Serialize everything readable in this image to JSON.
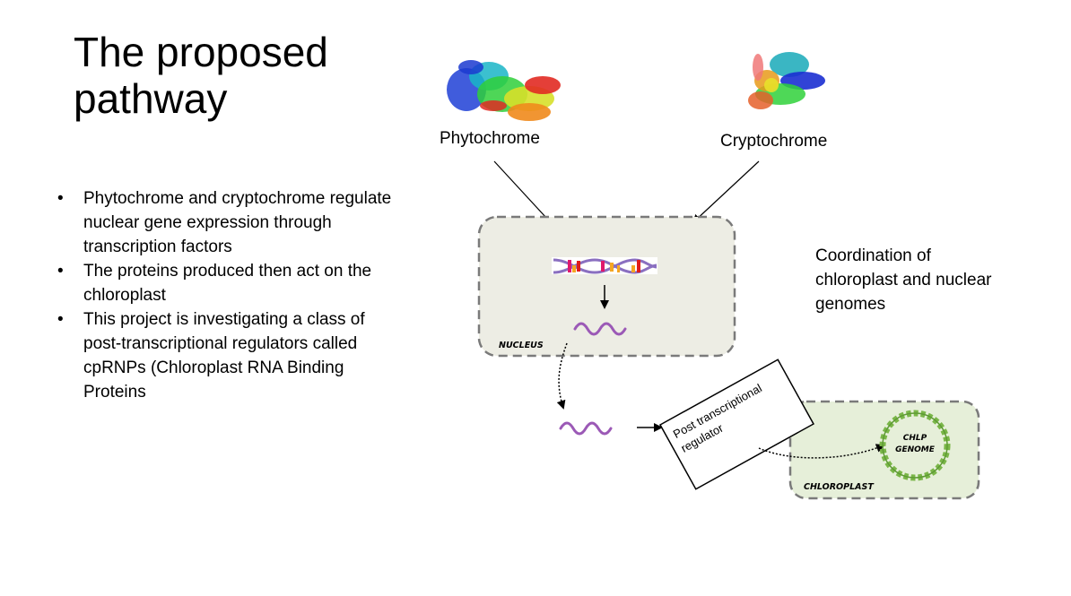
{
  "slide": {
    "title": "The proposed pathway",
    "bullets": [
      "Phytochrome and cryptochrome regulate nuclear gene expression through transcription factors",
      "The proteins produced then act on the chloroplast",
      "This project is investigating a class of post-transcriptional regulators called cpRNPs (Chloroplast RNA Binding Proteins"
    ],
    "bullet_glyph": "•"
  },
  "diagram": {
    "phytochrome_label": "Phytochrome",
    "cryptochrome_label": "Cryptochrome",
    "nucleus_label": "NUCLEUS",
    "regulator_label_line1": "Post transcriptional",
    "regulator_label_line2": "regulator",
    "genome_label_line1": "CHLP",
    "genome_label_line2": "GENOME",
    "chloroplast_label": "CHLOROPLAST",
    "coordination_text": "Coordination of chloroplast and nuclear genomes",
    "colors": {
      "nucleus_fill": "#edede4",
      "chloroplast_fill": "#e6efd9",
      "dashed_border": "#7a7a7a",
      "mrna": "#9b59b6",
      "genome_ring": "#7ab648"
    }
  }
}
